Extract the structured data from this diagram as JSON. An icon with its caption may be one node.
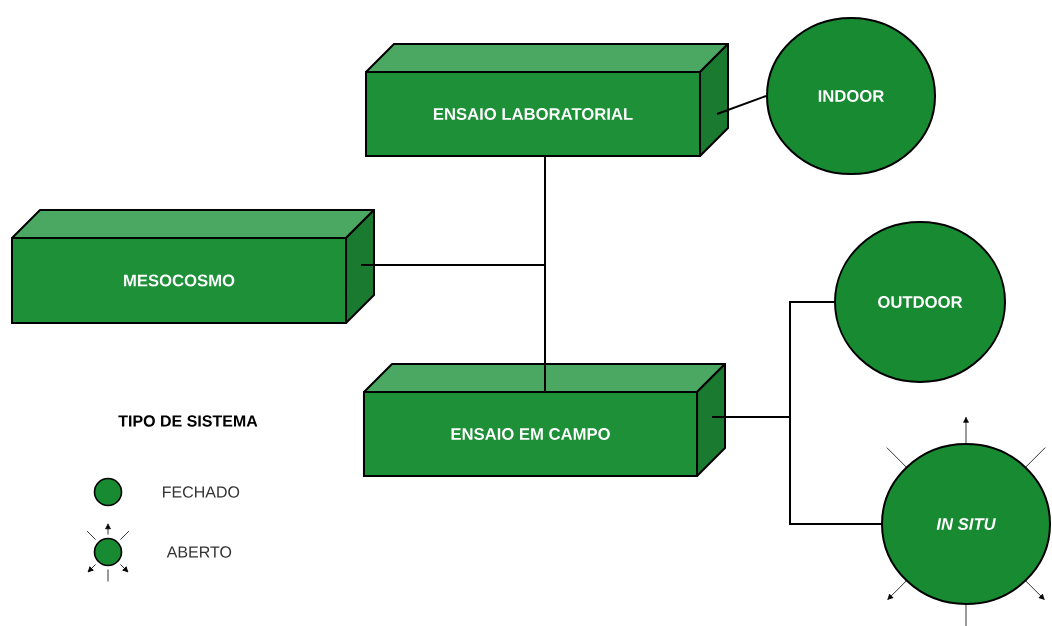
{
  "diagram": {
    "nodes": [
      {
        "text": [
          "ENSAIO LABORATORIAL"
        ]
      },
      {
        "text": [
          "INDOOR"
        ]
      },
      {
        "text": [
          "MESOCOSMO"
        ]
      },
      {
        "text": [
          "OUTDOOR"
        ]
      },
      {
        "text": [
          "ENSAIO EM CAMPO"
        ]
      },
      {
        "text": [
          "IN SITU"
        ]
      }
    ],
    "edges": [
      {
        "from": 0,
        "to": 1,
        "arrow": "none"
      },
      {
        "from": 0,
        "to": 4,
        "arrow": "none"
      },
      {
        "from": 2,
        "to": 0,
        "arrow": "none"
      },
      {
        "from": 2,
        "to": 4,
        "arrow": "none"
      },
      {
        "from": 4,
        "to": 3,
        "arrow": "none"
      },
      {
        "from": 4,
        "to": 5,
        "arrow": "none"
      }
    ],
    "labels": [
      "TIPO DE SISTEMA"
    ],
    "legend": [
      {
        "text": "FECHADO"
      },
      {
        "text": "ABERTO"
      }
    ]
  }
}
